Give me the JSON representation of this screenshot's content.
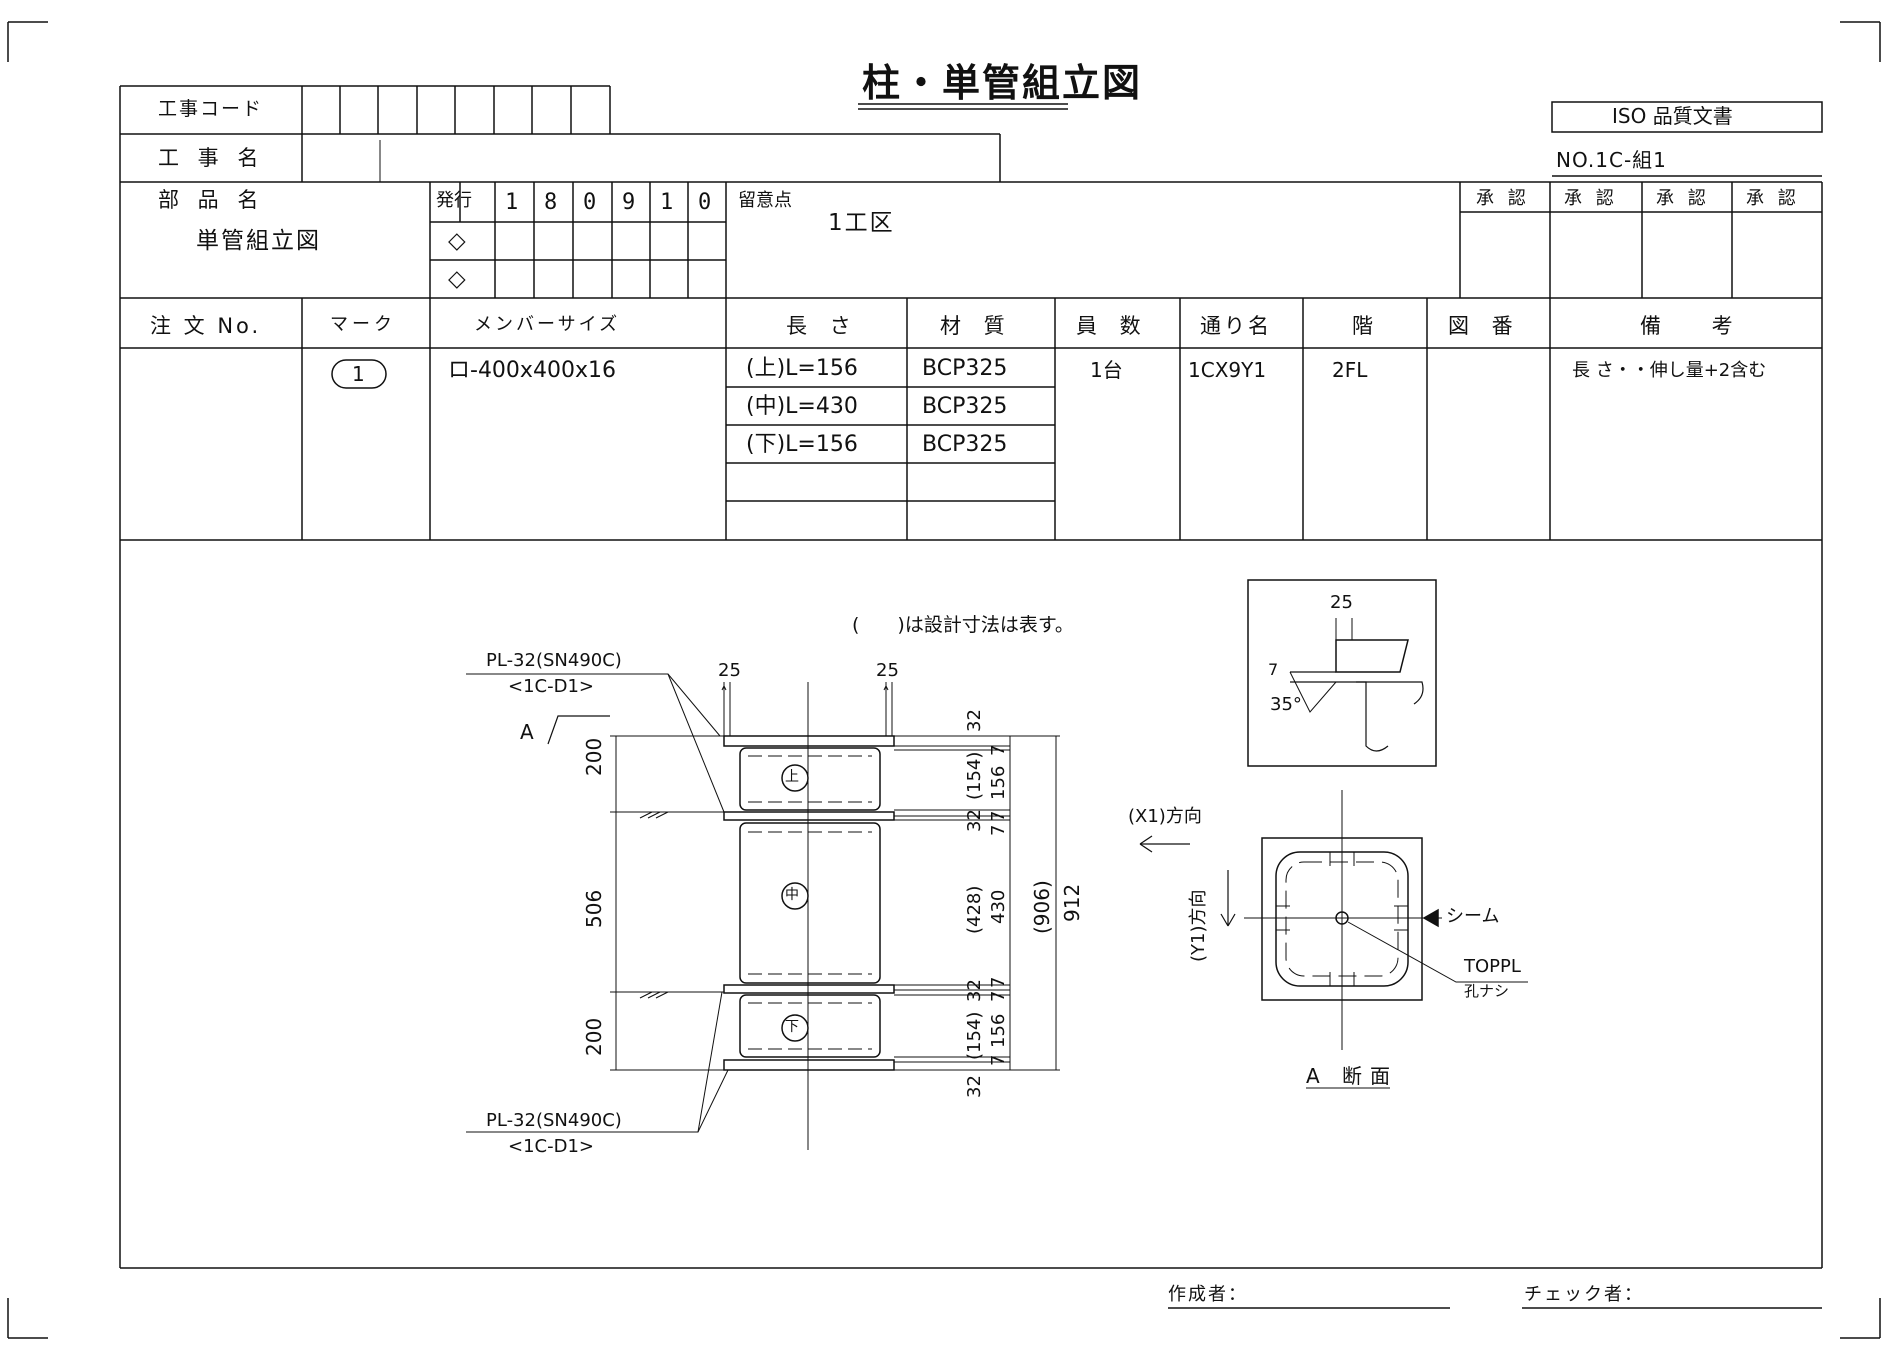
{
  "doc": {
    "title": "柱・単管組立図",
    "iso": "ISO 品質文書",
    "doc_no": "NO.1C-組1",
    "labels": {
      "kouji_code": "工事コード",
      "kouji_mei": "工 事 名",
      "buhin_mei": "部 品 名",
      "hakkou": "発行",
      "ryuiten": "留意点"
    },
    "buhin_value": "単管組立図",
    "issue_digits": [
      "1",
      "8",
      "0",
      "9",
      "1",
      "0"
    ],
    "revision_marks": [
      "◇",
      "◇"
    ],
    "ryuiten_value": "1工区",
    "approvals": [
      "承 認",
      "承 認",
      "承 認",
      "承 認"
    ]
  },
  "table": {
    "headers": {
      "order": "注 文 No.",
      "mark": "マーク",
      "member": "メンバーサイズ",
      "length": "長 さ",
      "material": "材 質",
      "count": "員 数",
      "grid": "通り名",
      "floor": "階",
      "drawing": "図 番",
      "remarks": "備 考"
    },
    "row": {
      "mark": "1",
      "member": "ロ-400x400x16",
      "lengths": [
        "(上)L=156",
        "(中)L=430",
        "(下)L=156"
      ],
      "materials": [
        "BCP325",
        "BCP325",
        "BCP325"
      ],
      "count": "1台",
      "grid": "1CX9Y1",
      "floor": "2FL",
      "remarks": "長 さ・・伸し量+2含む"
    }
  },
  "drawing": {
    "note": "(　　)は設計寸法は表す。",
    "plate_top": "PL-32(SN490C)",
    "plate_top_ref": "<1C-D1>",
    "plate_bottom": "PL-32(SN490C)",
    "plate_bottom_ref": "<1C-D1>",
    "section_mark": "A",
    "dims": {
      "d25a": "25",
      "d25b": "25",
      "d25c": "25",
      "d200a": "200",
      "d506": "506",
      "d200b": "200",
      "d32a": "32",
      "d32b": "32",
      "d32c": "32",
      "d32d": "32",
      "d154a": "(154)",
      "d156a": "156",
      "d7a": "7",
      "d7b": "7",
      "d7c": "7",
      "d428": "(428)",
      "d430": "430",
      "d7d": "7",
      "d7e": "7",
      "d154b": "(154)",
      "d156b": "156",
      "d7f": "7",
      "d906": "(906)",
      "d912": "912",
      "d7g": "7",
      "d35": "35°"
    },
    "piece_marks": [
      "上",
      "中",
      "下"
    ],
    "x1_dir": "(X1)方向",
    "y1_dir": "(Y1)方向",
    "seam": "シーム",
    "toppl": "TOPPL",
    "toppl_sub": "孔ナシ",
    "section_title": "A 断面"
  },
  "footer": {
    "author": "作成者：",
    "checker": "チェック者："
  }
}
